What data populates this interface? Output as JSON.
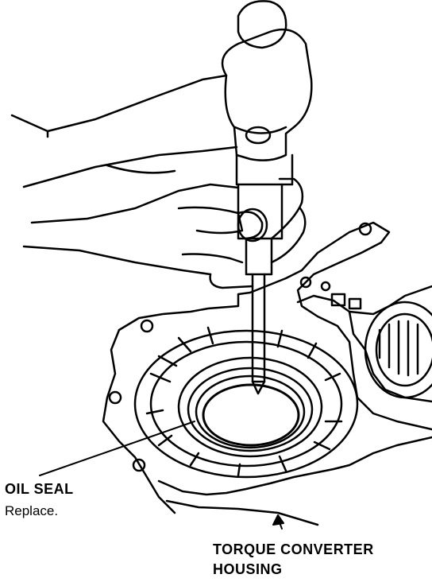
{
  "labels": {
    "oil_seal": {
      "title": "OIL SEAL",
      "note": "Replace."
    },
    "torque_converter_housing": {
      "line1": "TORQUE CONVERTER",
      "line2": "HOUSING"
    }
  },
  "colors": {
    "ink": "#000000",
    "paper": "#ffffff"
  },
  "icons": [
    "hammer-icon",
    "drift-punch-icon",
    "hand-icon"
  ]
}
